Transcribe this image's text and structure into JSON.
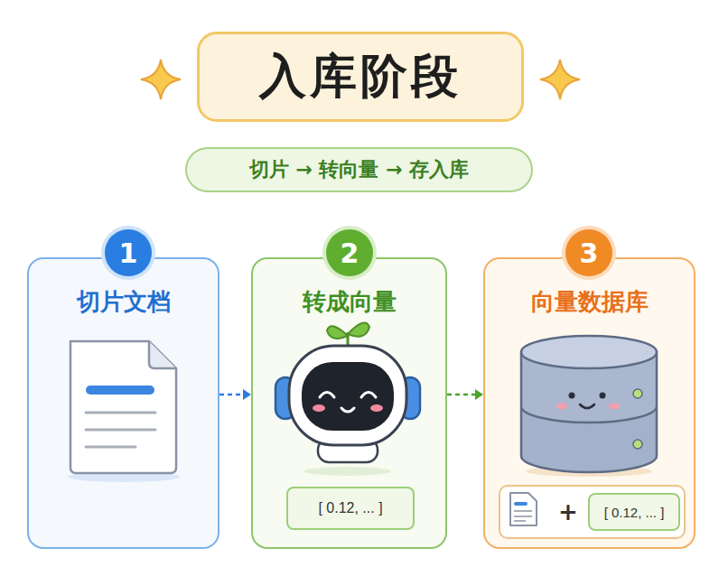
{
  "diagram": {
    "title": "入库阶段",
    "nodes": [
      {
        "text": [
          "切片 → 转向量 → 存入库"
        ]
      },
      {
        "text": [
          "切片文档"
        ]
      },
      {
        "text": [
          "1"
        ],
        "in": 1
      },
      {
        "text": [
          "转成向量"
        ]
      },
      {
        "text": [
          "2"
        ],
        "in": 3
      },
      {
        "text": [
          "[ 0.12, ... ]"
        ],
        "in": 3
      },
      {
        "text": [
          "向量数据库"
        ]
      },
      {
        "text": [
          "3"
        ],
        "in": 6
      },
      {
        "text": [
          "+"
        ],
        "in": 6
      },
      {
        "text": [
          "[ 0.12, ... ]"
        ],
        "in": 8
      }
    ],
    "edges": [
      {
        "from": 1,
        "to": 3,
        "arrow": "to"
      },
      {
        "from": 3,
        "to": 6,
        "arrow": "to"
      }
    ]
  }
}
